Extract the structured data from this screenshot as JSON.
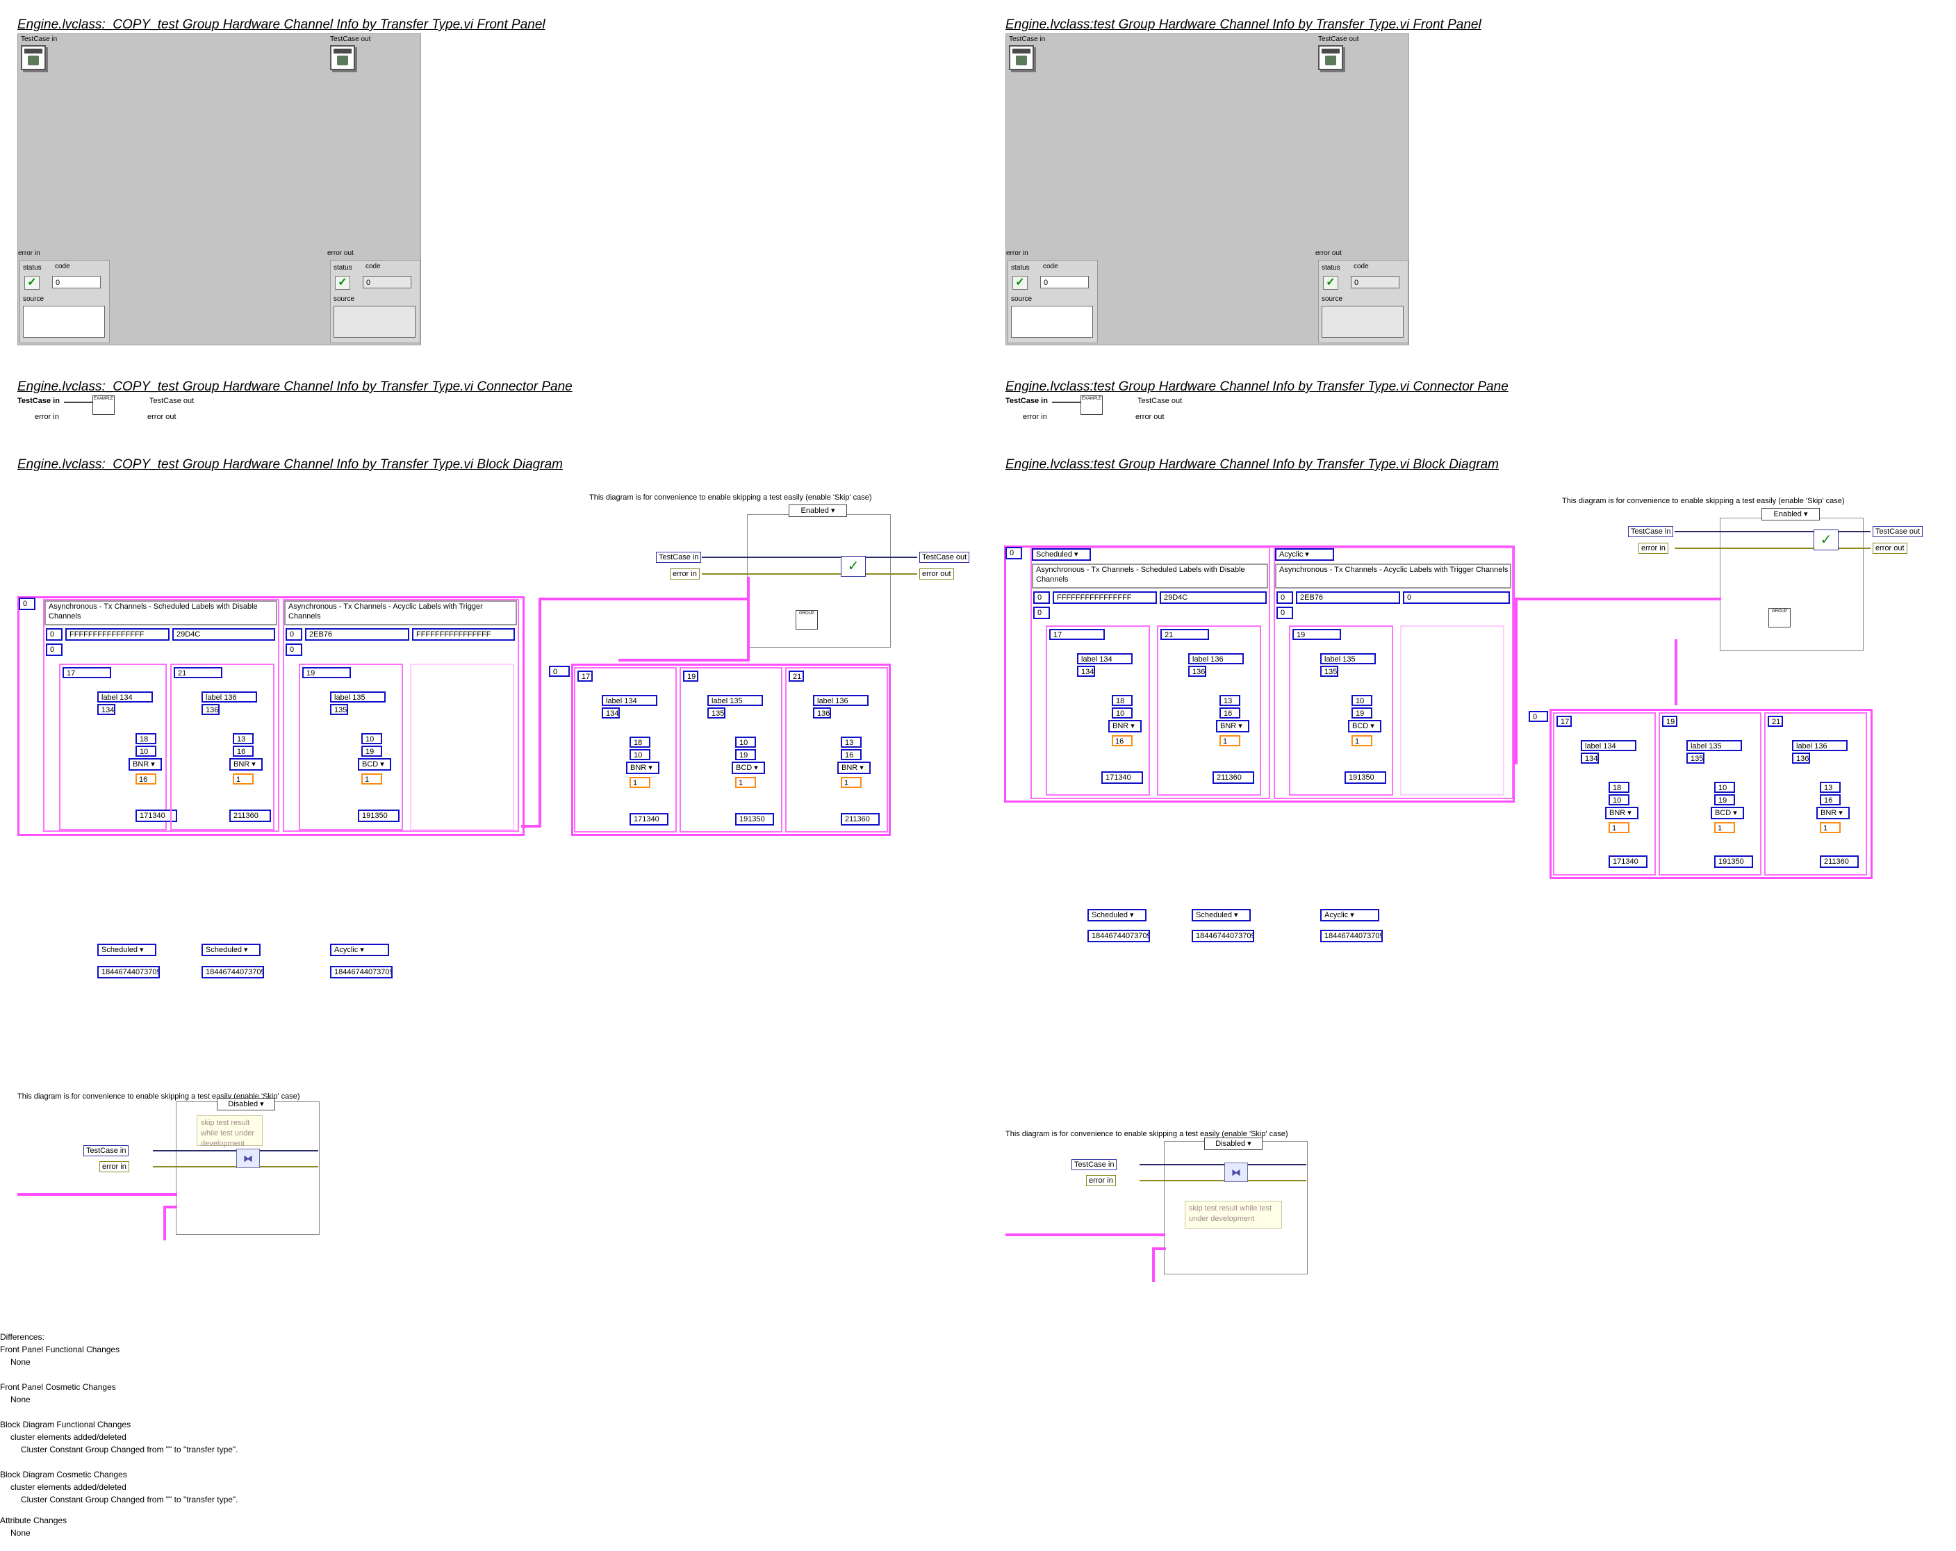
{
  "left": {
    "fp_title": "Engine.lvclass:_COPY_test Group Hardware Channel Info by Transfer Type.vi Front Panel",
    "cp_title": "Engine.lvclass:_COPY_test Group Hardware Channel Info by Transfer Type.vi Connector Pane",
    "bd_title": "Engine.lvclass:_COPY_test Group Hardware Channel Info by Transfer Type.vi Block Diagram"
  },
  "right": {
    "fp_title": "Engine.lvclass:test Group Hardware Channel Info by Transfer Type.vi Front Panel",
    "cp_title": "Engine.lvclass:test Group Hardware Channel Info by Transfer Type.vi Connector Pane",
    "bd_title": "Engine.lvclass:test Group Hardware Channel Info by Transfer Type.vi Block Diagram"
  },
  "front_panel": {
    "testcase_in": "TestCase in",
    "testcase_out": "TestCase out",
    "error_in": "error in",
    "error_out": "error out",
    "status": "status",
    "code": "code",
    "source": "source",
    "code_value": "0"
  },
  "connector": {
    "testcase_in": "TestCase in",
    "testcase_out": "TestCase out",
    "error_in": "error in",
    "error_out": "error out",
    "icon_text": "EXAMPLE"
  },
  "block": {
    "convenience_note": "This diagram is for convenience to enable skipping a test easily (enable 'Skip' case)",
    "enabled": "Enabled",
    "disabled": "Disabled",
    "skip_note": "skip test result while test under development",
    "testcase_in": "TestCase in",
    "testcase_out": "TestCase out",
    "error_in": "error in",
    "error_out": "error out",
    "group_icon": "GROUP",
    "sched_label": "Asynchronous - Tx Channels - Scheduled Labels with Disable Channels",
    "acyc_label": "Asynchronous - Tx Channels - Acyclic Labels with Trigger Channels",
    "hex_sched": "FFFFFFFFFFFFFFFF",
    "hex_sched2": "29D4C",
    "hex_acyc": "2EB76",
    "hex_acyc2": "FFFFFFFFFFFFFFFF",
    "zero": "0",
    "scheduled": "Scheduled",
    "acyclic": "Acyclic",
    "big_num": "18446744073709",
    "right_case_sched": "Scheduled",
    "right_case_acyc": "Acyclic",
    "channels": [
      {
        "id": "17",
        "label": "label 134",
        "n": "134",
        "a": "18",
        "b": "10",
        "enc": "BNR",
        "c": "16",
        "rate": "171340",
        "type": "Scheduled"
      },
      {
        "id": "21",
        "label": "label 136",
        "n": "136",
        "a": "13",
        "b": "16",
        "enc": "BNR",
        "c": "1",
        "rate": "211360",
        "type": "Scheduled"
      },
      {
        "id": "19",
        "label": "label 135",
        "n": "135",
        "a": "10",
        "b": "19",
        "enc": "BCD",
        "c": "1",
        "rate": "191350",
        "type": "Acyclic"
      }
    ],
    "out_channels": [
      {
        "id": "17",
        "label": "label 134",
        "n": "134",
        "a": "18",
        "b": "10",
        "enc": "BNR",
        "c": "1",
        "rate": "171340",
        "type": "Scheduled"
      },
      {
        "id": "19",
        "label": "label 135",
        "n": "135",
        "a": "10",
        "b": "19",
        "enc": "BCD",
        "c": "1",
        "rate": "191350",
        "type": "Acyclic"
      },
      {
        "id": "21",
        "label": "label 136",
        "n": "136",
        "a": "13",
        "b": "16",
        "enc": "BNR",
        "c": "1",
        "rate": "211360",
        "type": "Scheduled"
      }
    ]
  },
  "differences": {
    "heading": "Differences:",
    "fp_func": "Front Panel Functional Changes",
    "fp_func_v": "None",
    "fp_cos": "Front Panel Cosmetic Changes",
    "fp_cos_v": "None",
    "bd_func": "Block Diagram Functional Changes",
    "bd_func_1": "cluster elements added/deleted",
    "bd_func_2": "Cluster Constant Group Changed from \"\" to \"transfer type\".",
    "bd_cos": "Block Diagram Cosmetic Changes",
    "bd_cos_1": "cluster elements added/deleted",
    "bd_cos_2": "Cluster Constant Group Changed from \"\" to \"transfer type\".",
    "attr": "Attribute Changes",
    "attr_v": "None"
  },
  "colors": {
    "pink": "#ff4fff",
    "blue": "#1010c8",
    "orange": "#ff8a10",
    "green": "#2fa02f",
    "panel": "#c4c4c4"
  }
}
